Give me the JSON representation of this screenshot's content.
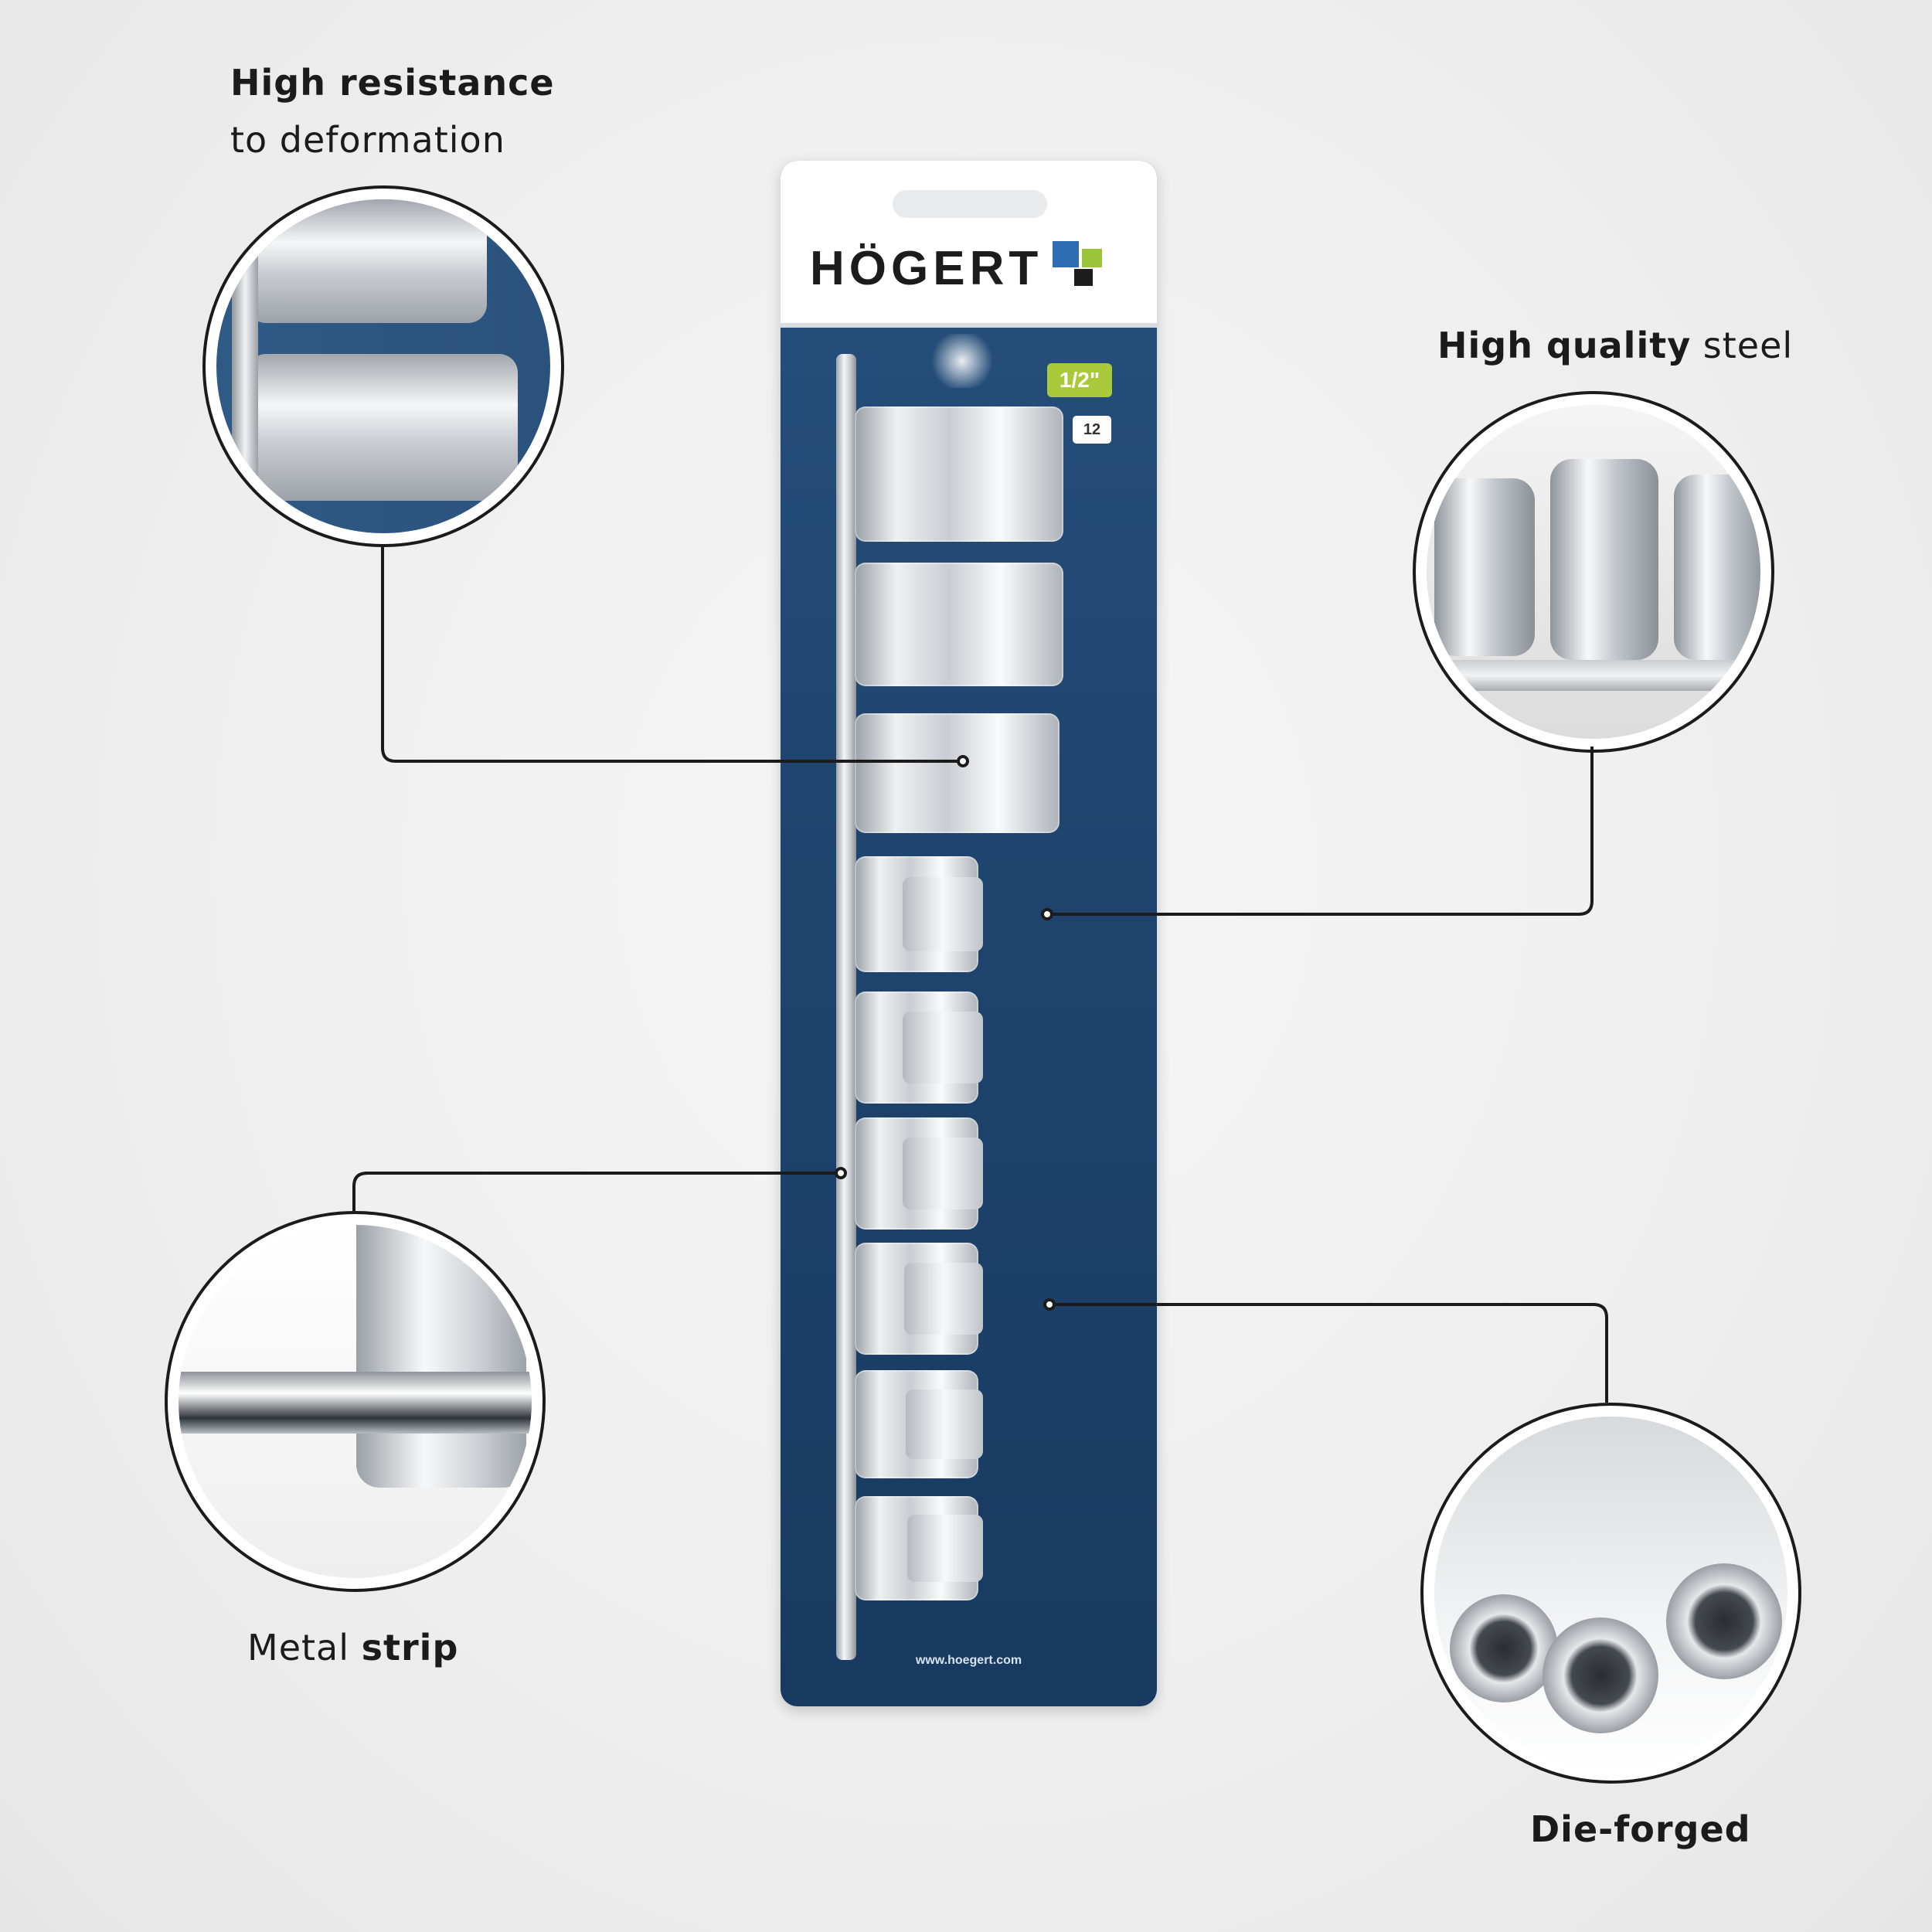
{
  "features": [
    {
      "bold": "High resistance",
      "rest": "to deformation"
    },
    {
      "bold": "High quality",
      "rest": " steel"
    },
    {
      "regular": "Metal ",
      "bold": "strip"
    },
    {
      "bold": "Die-forged"
    }
  ],
  "card": {
    "brand": "HÖGERT",
    "size_badge": "1/2\"",
    "count_badge": "12",
    "site": "www.hoegert.com"
  },
  "colors": {
    "card_blue": "#1f4670",
    "badge_green": "#a9c93a",
    "leader_line": "#1b1b1b"
  }
}
